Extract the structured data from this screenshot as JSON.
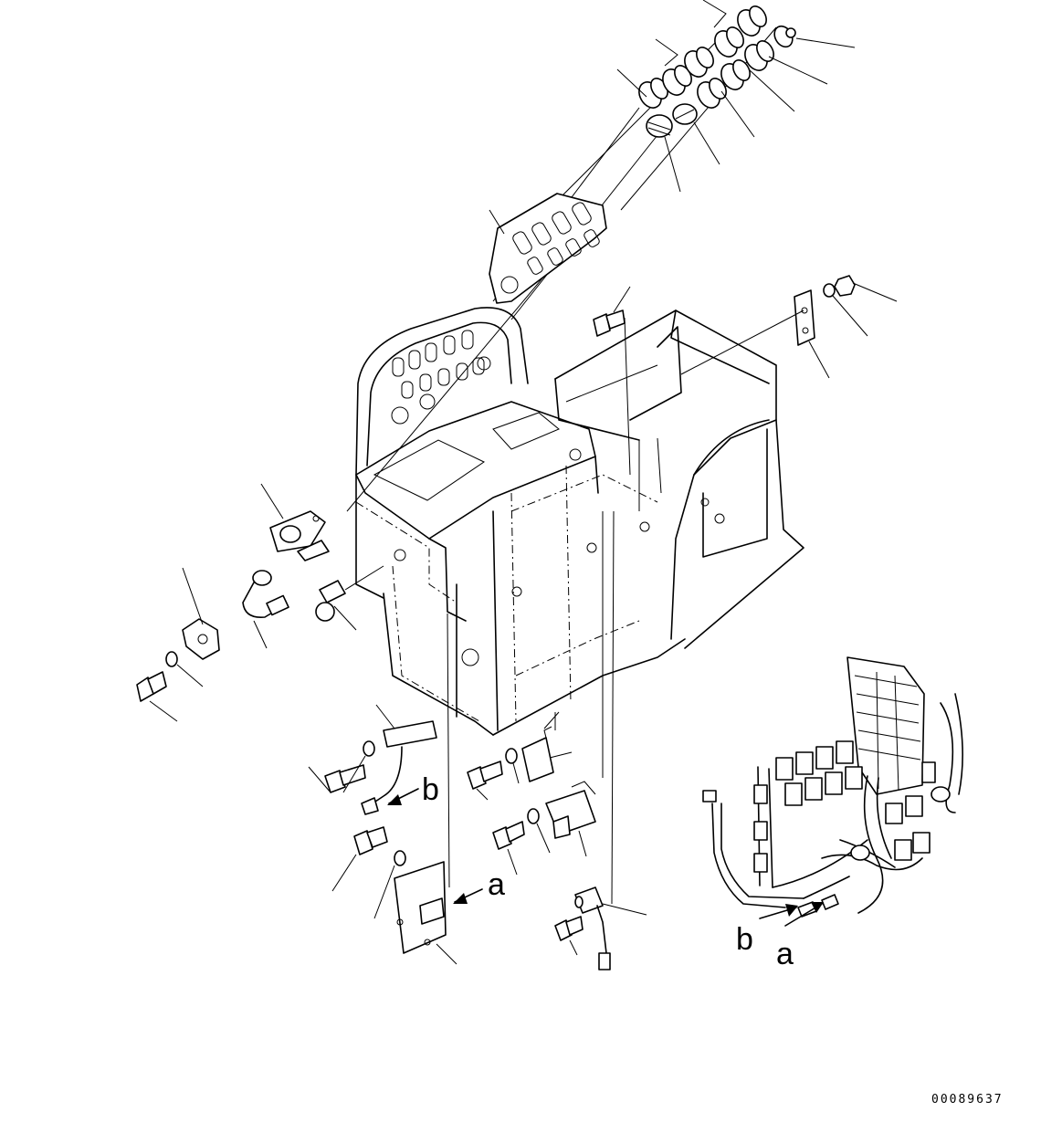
{
  "document_number": "00089637",
  "connection_labels": {
    "b_source": "b",
    "a_source": "a",
    "b_target": "b",
    "a_target": "a"
  }
}
